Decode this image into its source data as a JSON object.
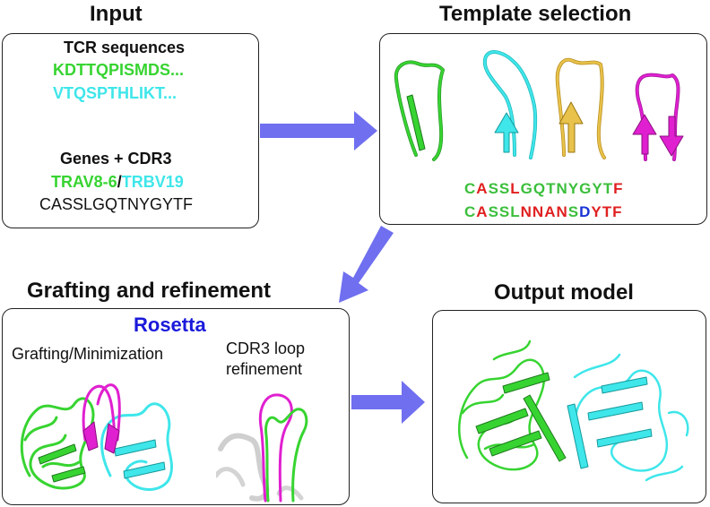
{
  "headings": {
    "input": "Input",
    "template": "Template selection",
    "grafting": "Grafting and refinement",
    "output": "Output model"
  },
  "input_panel": {
    "tcr_title": "TCR sequences",
    "seq_alpha": "KDTTQPISMDS...",
    "seq_beta": "VTQSPTHLIKT...",
    "genes_title": "Genes + CDR3",
    "gene_alpha": "TRAV8-6",
    "gene_sep": "/",
    "gene_beta": "TRBV19",
    "cdr3": "CASSLGQTNYGYTF"
  },
  "template_panel": {
    "alignment": [
      [
        {
          "c": "C",
          "color": "#3bbf3b"
        },
        {
          "c": "A",
          "color": "#e02020"
        },
        {
          "c": "S",
          "color": "#3bbf3b"
        },
        {
          "c": "S",
          "color": "#3bbf3b"
        },
        {
          "c": "L",
          "color": "#e02020"
        },
        {
          "c": "G",
          "color": "#3bbf3b"
        },
        {
          "c": "Q",
          "color": "#3bbf3b"
        },
        {
          "c": "T",
          "color": "#3bbf3b"
        },
        {
          "c": "N",
          "color": "#3bbf3b"
        },
        {
          "c": "Y",
          "color": "#3bbf3b"
        },
        {
          "c": "G",
          "color": "#3bbf3b"
        },
        {
          "c": "Y",
          "color": "#3bbf3b"
        },
        {
          "c": "T",
          "color": "#3bbf3b"
        },
        {
          "c": "F",
          "color": "#e02020"
        }
      ],
      [
        {
          "c": "C",
          "color": "#3bbf3b"
        },
        {
          "c": "A",
          "color": "#e02020"
        },
        {
          "c": "S",
          "color": "#3bbf3b"
        },
        {
          "c": "S",
          "color": "#3bbf3b"
        },
        {
          "c": "L",
          "color": "#3bbf3b"
        },
        {
          "c": "N",
          "color": "#e02020"
        },
        {
          "c": "N",
          "color": "#e02020"
        },
        {
          "c": "A",
          "color": "#e02020"
        },
        {
          "c": "N",
          "color": "#e02020"
        },
        {
          "c": "S",
          "color": "#3bbf3b"
        },
        {
          "c": "D",
          "color": "#1a33d6"
        },
        {
          "c": "Y",
          "color": "#e02020"
        },
        {
          "c": "T",
          "color": "#e02020"
        },
        {
          "c": "F",
          "color": "#e02020"
        }
      ]
    ]
  },
  "grafting_panel": {
    "software": "Rosetta",
    "step1": "Grafting/Minimization",
    "step2_line1": "CDR3 loop",
    "step2_line2": "refinement"
  },
  "colors": {
    "alpha_chain": "#37d431",
    "beta_chain": "#3fe6ea",
    "template_gold": "#e8c24a",
    "template_magenta": "#e020d0",
    "arrow": "#6f6ff0",
    "rosetta": "#1a1adb"
  }
}
